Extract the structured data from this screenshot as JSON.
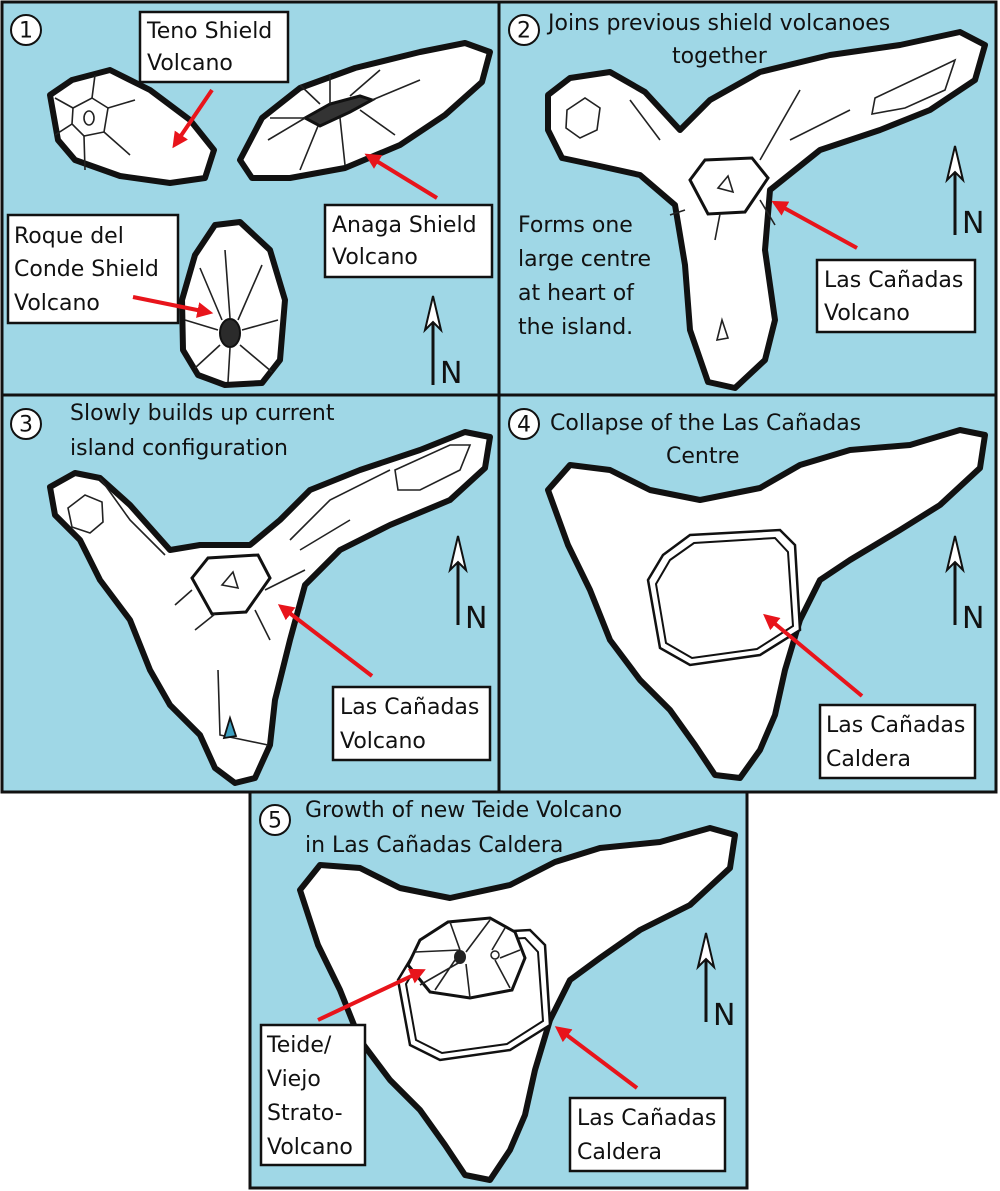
{
  "colors": {
    "sea": "#9fd7e6",
    "land": "#ffffff",
    "arrow": "#e8141b",
    "outline": "#111111"
  },
  "north_label": "N",
  "panels": [
    {
      "number": "1",
      "labels": {
        "teno": [
          "Teno Shield",
          "Volcano"
        ],
        "anaga": [
          "Anaga Shield",
          "Volcano"
        ],
        "roque": [
          "Roque del",
          "Conde Shield",
          "Volcano"
        ]
      }
    },
    {
      "number": "2",
      "title": [
        "Joins previous shield volcanoes",
        "together"
      ],
      "note": [
        "Forms one",
        "large centre",
        "at heart of",
        "the island."
      ],
      "labels": {
        "canadas": [
          "Las Cañadas",
          "Volcano"
        ]
      }
    },
    {
      "number": "3",
      "title": [
        "Slowly builds up current",
        "island configuration"
      ],
      "labels": {
        "canadas": [
          "Las Cañadas",
          "Volcano"
        ]
      }
    },
    {
      "number": "4",
      "title": [
        "Collapse of the Las Cañadas",
        "Centre"
      ],
      "labels": {
        "caldera": [
          "Las Cañadas",
          "Caldera"
        ]
      }
    },
    {
      "number": "5",
      "title": [
        "Growth of new Teide Volcano",
        "in Las Cañadas Caldera"
      ],
      "labels": {
        "teide": [
          "Teide/",
          "Viejo",
          "Strato-",
          "Volcano"
        ],
        "caldera": [
          "Las Cañadas",
          "Caldera"
        ]
      }
    }
  ]
}
